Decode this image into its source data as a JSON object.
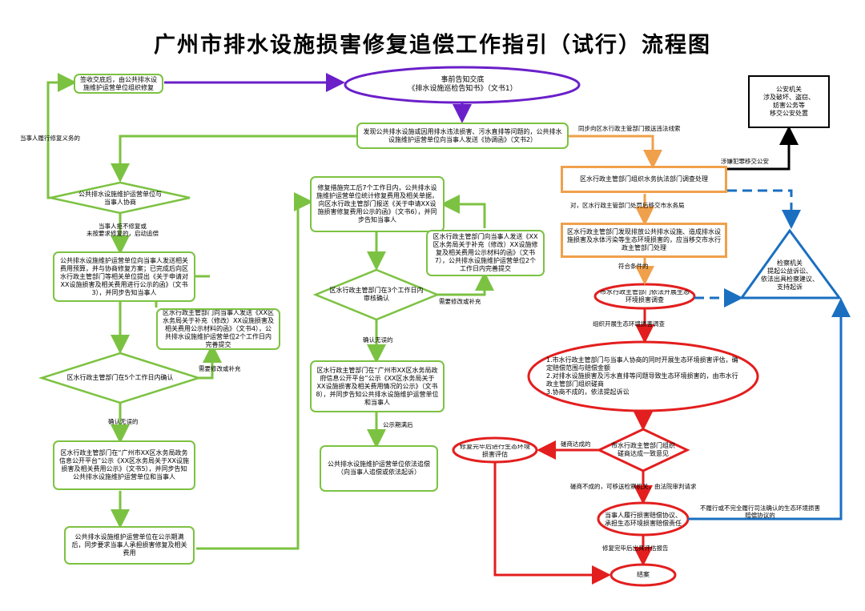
{
  "title": "广州市排水设施损害修复追偿工作指引（试行）流程图",
  "colors": {
    "green": "#7cc242",
    "orange": "#f0a04b",
    "red": "#e31e1e",
    "blue": "#1a6fc0",
    "purple": "#6a1fc9",
    "black": "#000000"
  },
  "nodes": {
    "top_left": "签收交底后，由公共排水设施维护运营单位组织修复",
    "notice": "事前告知交底\n《排水设施巡检告知书》（文书1）",
    "police": "公安机关\n涉及破坏、盗窃、\n妨害公务等\n移交公安处置",
    "discover": "发现公共排水设施或因用排水违法损害、污水直排等问题的，公共排水设施维护运营单位向当事人发送《协调函》（文书2）",
    "diamond1": "公共排水设施维护运营单位与当事人协商",
    "green_left2": "公共排水设施维护运营单位向当事人发送相关费用预算，并与协商修复方案；已完成后向区水行政主管部门等相关单位提出《关于申请对XX设施损害及相关费用进行公示的函》（文书3），并同步告知当事人",
    "green_inner_left": "区水行政主管部门向当事人发送《XX区水务局关于补充（修改）XX设施损害及相关费用公示材料的函》（文书4），公共排水设施维护运营单位2个工作日内完善提交",
    "diamond2": "区水行政主管部门在5个工作日内确认",
    "green_left3": "区水行政主管部门在“广州市XX区水务局政务信息公开平台”公示《XX区水务局关于XX设施损害及相关费用公示》（文书5），并同步告知公共排水设施维护运营单位和当事人",
    "green_left4": "公共排水设施维护运营单位在公示期满后，同步要求当事人承担损害修复及相关费用",
    "green_mid1": "修复措施完工后7个工作日内，公共排水设施维护运营单位统计修复费用及相关单据，向区水行政主管部门报送《关于申请XX设施损害修复费用公示的函》（文书6），并同步告知当事人",
    "green_mid_right": "区水行政主管部门向当事人发送《XX区水务局关于补充（修改）XX设施修复及相关费用公示材料的函》（文书7），公共排水设施维护运营单位2个工作日内完善提交",
    "diamond3": "区水行政主管部门在3个工作日内审核确认",
    "green_mid2": "区水行政主管部门在“广州市XX区水务局政府信息公开平台”公示《XX区水务局关于XX设施损害及相关费用情况的公示》（文书8），并同步告知公共排水设施维护运营单位和当事人",
    "green_mid3": "公共排水设施维护运营单位依法追偿（向当事人追偿或依法起诉）",
    "orange1": "区水行政主管部门组织水务执法部门调查处理",
    "orange2": "区水行政主管部门发现排放公共排水设施、造成排水设施损害及水体污染等生态环境损害的，应当移交市水行政主管部门处理",
    "red_oval1": "市水行政主管部门依法开展生态环境损害调查",
    "blue_tri": "检察机关\n提起公益诉讼、\n依法出具检察建议、\n支持起诉",
    "red_oval2": "1.市水行政主管部门与当事人协商的同时开展生态环境损害评估，确定赔偿范围与赔偿金额\n2.对排水设施损害及污水直排等问题导致生态环境损害的，由市水行政主管部门组织磋商\n3.协商不成的，依法提起诉讼",
    "red_diamond": "市水行政主管部门组织磋商达成一致意见",
    "red_left": "修复完毕后进行生态环境损害评估",
    "red_oval3": "当事人履行损害赔偿协议、承担生态环境损害赔偿责任",
    "red_end": "结案"
  },
  "labels": {
    "l_left_loop": "当事人履行修复义务的",
    "l_notice_fail": "当事人拒不修复或\n未按要求修复的，启动追偿",
    "l_right_top": "同步向区水行政主管部门报送违法线索",
    "l_police": "涉嫌犯罪移交公安",
    "l_orange_mid": "对，区水行政主管部门处罚后移交市水务局",
    "l_orange2_down": "符合条件的",
    "l_red1_down": "组织开展生态环境损害调查",
    "l_diamond2_fix": "需要修改或补充",
    "l_diamond2_down": "确认无误的",
    "l_diamond3_fix": "需要修改或补充",
    "l_diamond3_down": "确认无误的",
    "l_green_mid2_down": "公示期满后",
    "l_red_left": "磋商达成的",
    "l_red_fail": "磋商不成的，可移送检察机关，由法院审判请求",
    "l_red3_down": "修复完毕后出具评估报告",
    "l_blue_bottom": "不履行或不完全履行司法确认的生态环境损害赔偿协议的"
  }
}
